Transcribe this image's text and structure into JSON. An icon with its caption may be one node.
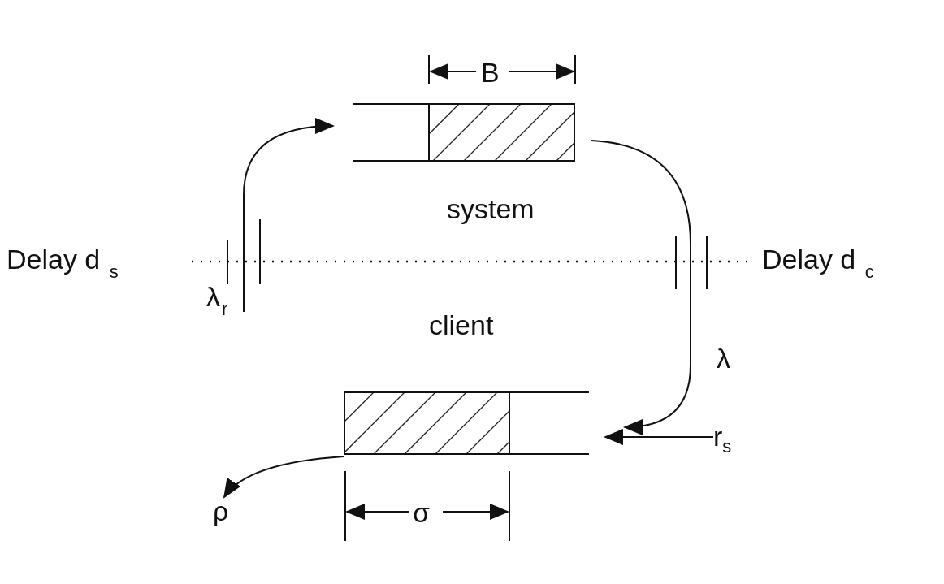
{
  "diagram": {
    "nodes": [
      {
        "text": [],
        "shape": "box"
      },
      {
        "text": [],
        "shape": "box"
      },
      {
        "text": [
          "ρ"
        ]
      },
      {
        "text": [
          "r$_{s}$"
        ]
      }
    ],
    "edges": [
      {
        "from": 1,
        "to": 2,
        "arrow": "to"
      },
      {
        "from": null,
        "to": 0,
        "arrow": "to",
        "label": "λ$_{r}$"
      },
      {
        "from": 0,
        "to": 1,
        "arrow": "to",
        "label": "λ"
      },
      {
        "from": 3,
        "to": 1,
        "arrow": "to"
      }
    ],
    "labels": [
      "B",
      "system",
      "Delay d $_{s}$",
      "Delay d $_{c}$",
      "client",
      "σ"
    ]
  }
}
